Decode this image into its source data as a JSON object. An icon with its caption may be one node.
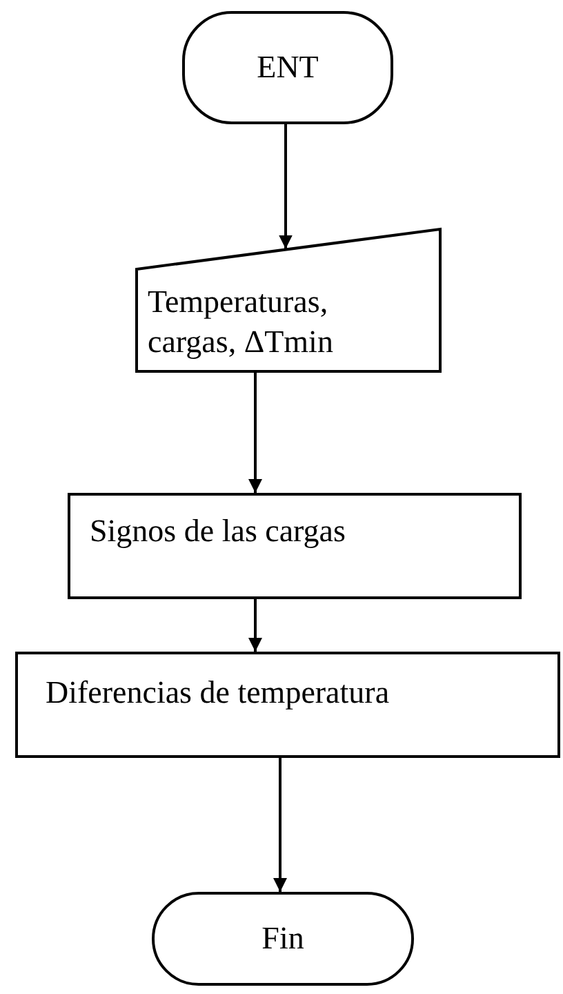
{
  "diagram": {
    "nodes": [
      {
        "text": [
          "ENT"
        ]
      },
      {
        "text": [
          "Temperaturas, cargas, ΔTmin"
        ]
      },
      {
        "text": [
          "Signos de las cargas"
        ]
      },
      {
        "text": [
          "Diferencias de temperatura"
        ]
      },
      {
        "text": [
          "Fin"
        ]
      }
    ],
    "edges": [
      {
        "from": 0,
        "to": 1,
        "arrow": "to"
      },
      {
        "from": 1,
        "to": 2,
        "arrow": "to"
      },
      {
        "from": 2,
        "to": 3,
        "arrow": "to"
      },
      {
        "from": 3,
        "to": 4,
        "arrow": "to"
      }
    ]
  }
}
